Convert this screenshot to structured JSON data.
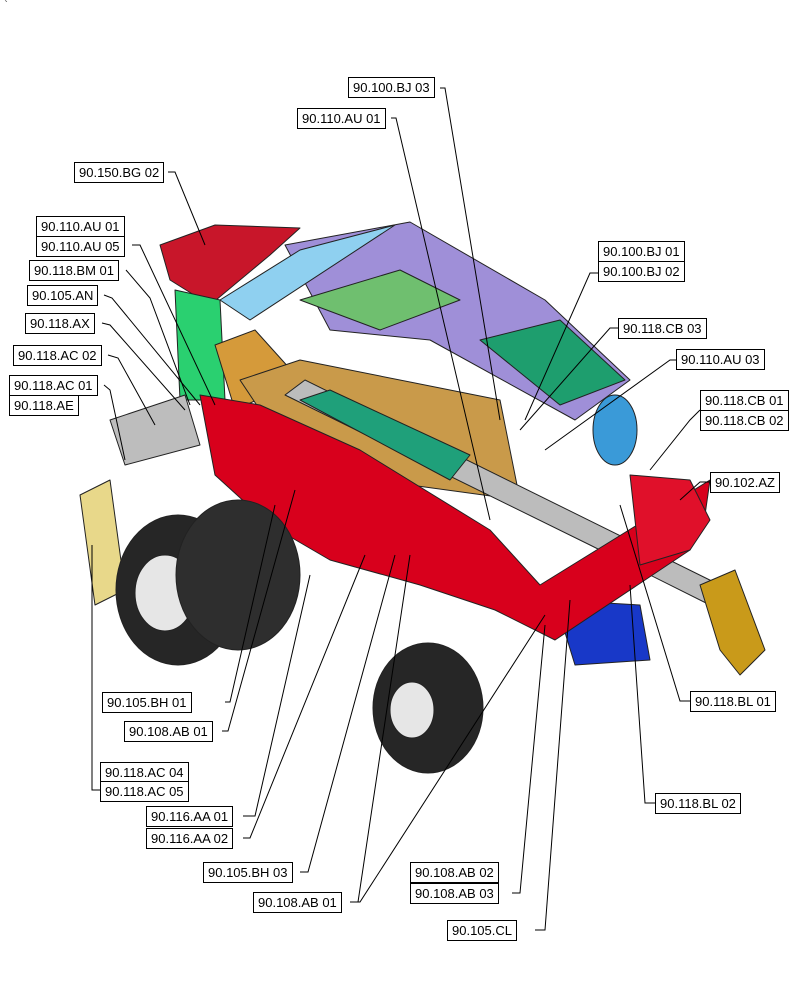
{
  "corner_mark": "`",
  "colors": {
    "body_red": "#d8001c",
    "tire": "#262626",
    "grain_tank": "#9f8fd8",
    "cab_green": "#1fc060",
    "unload_auger": "#bcbcbc",
    "auger_spout": "#c99a1a",
    "leader_line": "#000000"
  },
  "callouts": [
    {
      "id": "90-100-bj-03",
      "label": "90.100.BJ 03"
    },
    {
      "id": "90-110-au-01-top",
      "label": "90.110.AU 01"
    },
    {
      "id": "90-150-bg-02",
      "label": "90.150.BG 02"
    },
    {
      "id": "90-110-au-01-left",
      "label": "90.110.AU 01"
    },
    {
      "id": "90-110-au-05",
      "label": "90.110.AU 05"
    },
    {
      "id": "90-118-bm-01",
      "label": "90.118.BM 01"
    },
    {
      "id": "90-105-an",
      "label": "90.105.AN"
    },
    {
      "id": "90-118-ax",
      "label": "90.118.AX"
    },
    {
      "id": "90-118-ac-02",
      "label": "90.118.AC 02"
    },
    {
      "id": "90-118-ac-01",
      "label": "90.118.AC 01"
    },
    {
      "id": "90-118-ae",
      "label": "90.118.AE"
    },
    {
      "id": "90-100-bj-01",
      "label": "90.100.BJ 01"
    },
    {
      "id": "90-100-bj-02",
      "label": "90.100.BJ 02"
    },
    {
      "id": "90-118-cb-03",
      "label": "90.118.CB 03"
    },
    {
      "id": "90-110-au-03",
      "label": "90.110.AU 03"
    },
    {
      "id": "90-118-cb-01",
      "label": "90.118.CB 01"
    },
    {
      "id": "90-118-cb-02",
      "label": "90.118.CB 02"
    },
    {
      "id": "90-102-az",
      "label": "90.102.AZ"
    },
    {
      "id": "90-105-bh-01",
      "label": "90.105.BH 01"
    },
    {
      "id": "90-108-ab-01-left",
      "label": "90.108.AB 01"
    },
    {
      "id": "90-118-bl-01",
      "label": "90.118.BL 01"
    },
    {
      "id": "90-118-ac-04",
      "label": "90.118.AC 04"
    },
    {
      "id": "90-118-ac-05",
      "label": "90.118.AC 05"
    },
    {
      "id": "90-118-bl-02",
      "label": "90.118.BL 02"
    },
    {
      "id": "90-116-aa-01",
      "label": "90.116.AA 01"
    },
    {
      "id": "90-116-aa-02",
      "label": "90.116.AA 02"
    },
    {
      "id": "90-105-bh-03",
      "label": "90.105.BH 03"
    },
    {
      "id": "90-108-ab-02",
      "label": "90.108.AB 02"
    },
    {
      "id": "90-108-ab-03",
      "label": "90.108.AB 03"
    },
    {
      "id": "90-108-ab-01-bottom",
      "label": "90.108.AB 01"
    },
    {
      "id": "90-105-cl",
      "label": "90.105.CL"
    }
  ]
}
